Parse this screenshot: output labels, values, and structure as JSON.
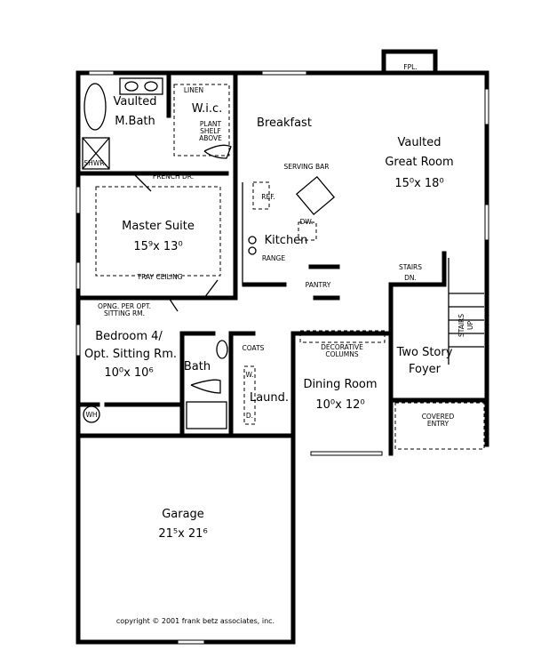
{
  "rooms": {
    "master_bath": {
      "line1": "Vaulted",
      "line2": "M.Bath"
    },
    "wic": {
      "name": "W.i.c.",
      "linen": "LINEN",
      "plant1": "PLANT",
      "plant2": "SHELF",
      "plant3": "ABOVE"
    },
    "shower": "SHWR.",
    "breakfast": "Breakfast",
    "fireplace": "FPL.",
    "great_room": {
      "line1": "Vaulted",
      "line2": "Great Room",
      "dim": "15⁰x 18⁰"
    },
    "serving_bar": "SERVING BAR",
    "french_door": "FRENCH DR.",
    "master_suite": {
      "name": "Master Suite",
      "dim": "15⁹x 13⁰",
      "ceiling": "TRAY CEILING"
    },
    "kitchen": {
      "name": "Kitchen",
      "ref": "REF.",
      "dw": "DW.",
      "range": "RANGE",
      "pantry": "PANTRY"
    },
    "stairs_down": {
      "line1": "STAIRS",
      "line2": "DN."
    },
    "opening_note": {
      "line1": "OPNG. PER OPT.",
      "line2": "SITTING RM."
    },
    "bedroom4": {
      "line1": "Bedroom 4/",
      "line2": "Opt. Sitting Rm.",
      "dim": "10⁰x 10⁶"
    },
    "bath": "Bath",
    "coats": "COATS",
    "laundry": {
      "name": "Laund.",
      "washer": "W.",
      "dryer": "D."
    },
    "decorative_columns": {
      "line1": "DECORATIVE",
      "line2": "COLUMNS"
    },
    "foyer": {
      "line1": "Two Story",
      "line2": "Foyer"
    },
    "stairs_up": {
      "line1": "STAIRS",
      "line2": "UP"
    },
    "dining_room": {
      "name": "Dining Room",
      "dim": "10⁰x 12⁰"
    },
    "covered_entry": {
      "line1": "COVERED",
      "line2": "ENTRY"
    },
    "water_heater": "WH",
    "garage": {
      "name": "Garage",
      "dim": "21⁵x 21⁶"
    }
  },
  "copyright": "copyright © 2001 frank betz associates, inc."
}
